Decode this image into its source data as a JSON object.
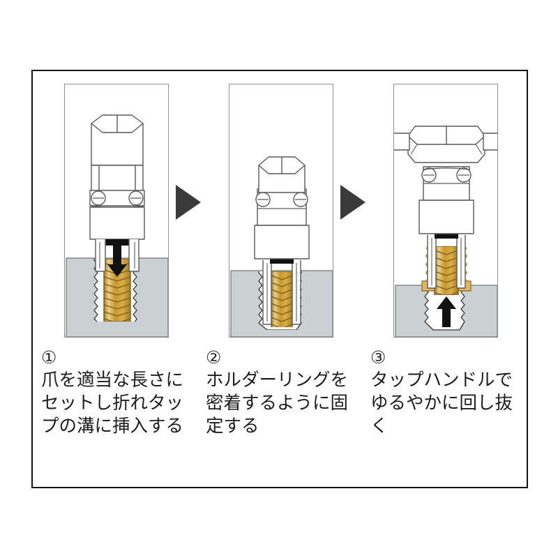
{
  "figure": {
    "title": "Broken tap extractor usage procedure",
    "language": "ja",
    "panel_count": 3
  },
  "colors": {
    "outline": "#58595b",
    "frame": "#141414",
    "panel_border": "#8c8f91",
    "workpiece_gray": "#cbd0d2",
    "brass_tap": "#c9982f",
    "brass_tap_light": "#e8c87a",
    "brass_tap_dark": "#9c7520",
    "arrow_black": "#111111",
    "step_arrow": "#3a3a3a",
    "text": "#1d1d1d",
    "white": "#ffffff"
  },
  "steps": [
    {
      "number": "①",
      "number_plain": "1",
      "text": "爪を適当な長さにセットし折れタップの溝に挿入する",
      "illustration": "extractor-claws-above-broken-tap-with-down-arrow",
      "motion_arrow": "down"
    },
    {
      "number": "②",
      "number_plain": "2",
      "text": "ホルダーリングを密着するように固定する",
      "illustration": "holder-ring-seated-tight-against-workpiece",
      "motion_arrow": "none"
    },
    {
      "number": "③",
      "number_plain": "3",
      "text": "タップハンドルでゆるやかに回し抜く",
      "illustration": "tap-handle-attached-extracting-tap-with-up-arrow",
      "motion_arrow": "up"
    }
  ],
  "step_separators": [
    {
      "name": "arrow-1-to-2",
      "glyph": "▶"
    },
    {
      "name": "arrow-2-to-3",
      "glyph": "▶"
    }
  ]
}
